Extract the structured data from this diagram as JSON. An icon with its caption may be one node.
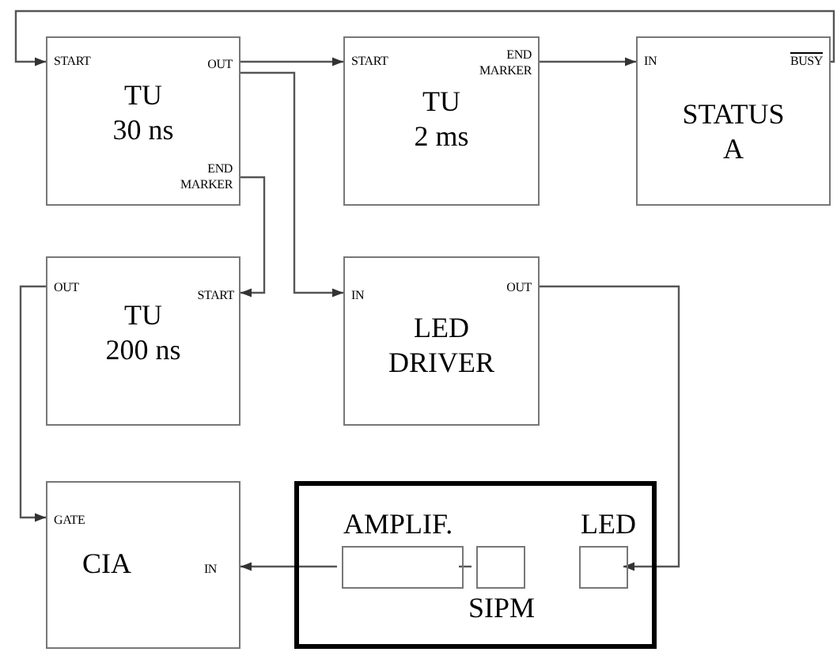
{
  "diagram": {
    "nodes": [
      {
        "text": [
          "START",
          "OUT",
          "TU 30 ns",
          "END MARKER"
        ]
      },
      {
        "text": [
          "START",
          "END MARKER",
          "TU 2 ms"
        ]
      },
      {
        "text": [
          "IN",
          "BUSY",
          "STATUS A"
        ]
      },
      {
        "text": [
          "OUT",
          "START",
          "TU 200 ns"
        ]
      },
      {
        "text": [
          "IN",
          "OUT",
          "LED DRIVER"
        ]
      },
      {
        "text": [
          "GATE",
          "CIA",
          "IN"
        ]
      },
      {
        "text": [],
        "shape": "box"
      },
      {
        "text": [
          "AMPLIF."
        ],
        "in": 6
      },
      {
        "text": [
          "SIPM"
        ],
        "in": 6
      },
      {
        "text": [
          "LED"
        ],
        "in": 6
      }
    ],
    "edges": [
      {
        "from": 2,
        "to": 0,
        "arrow": "to"
      },
      {
        "from": 0,
        "to": 1,
        "arrow": "to"
      },
      {
        "from": 0,
        "to": 4,
        "arrow": "to"
      },
      {
        "from": 0,
        "to": 3,
        "arrow": "to"
      },
      {
        "from": 1,
        "to": 2,
        "arrow": "to"
      },
      {
        "from": 3,
        "to": 5,
        "arrow": "to"
      },
      {
        "from": 4,
        "to": 9,
        "arrow": "to"
      },
      {
        "from": 7,
        "to": 5,
        "arrow": "to"
      },
      {
        "from": 8,
        "to": 7,
        "arrow": "none"
      }
    ]
  }
}
